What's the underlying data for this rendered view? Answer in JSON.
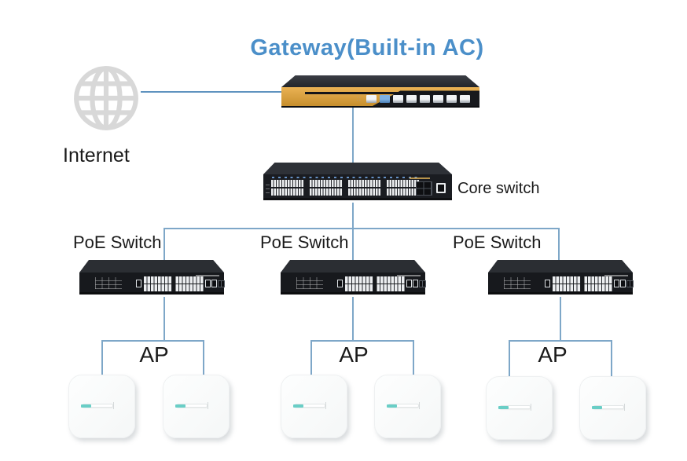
{
  "title": "Gateway(Built-in AC)",
  "internet": {
    "label": "Internet",
    "icon": "globe-icon"
  },
  "core_switch": {
    "label": "Core switch"
  },
  "poe_switches": [
    {
      "label": "PoE Switch"
    },
    {
      "label": "PoE Switch"
    },
    {
      "label": "PoE Switch"
    }
  ],
  "ap_groups": [
    {
      "label": "AP",
      "ap_count": 2
    },
    {
      "label": "AP",
      "ap_count": 2
    },
    {
      "label": "AP",
      "ap_count": 2
    }
  ],
  "colors": {
    "title-blue": "#4b8fc9",
    "line-blue": "#7ea7c8",
    "internet-line-blue": "#5f93bf",
    "device-black": "#17191d",
    "gateway-yellow": "#dd9e38",
    "ap-led-teal": "#69cec6",
    "globe-gray": "#d8d8d8"
  }
}
